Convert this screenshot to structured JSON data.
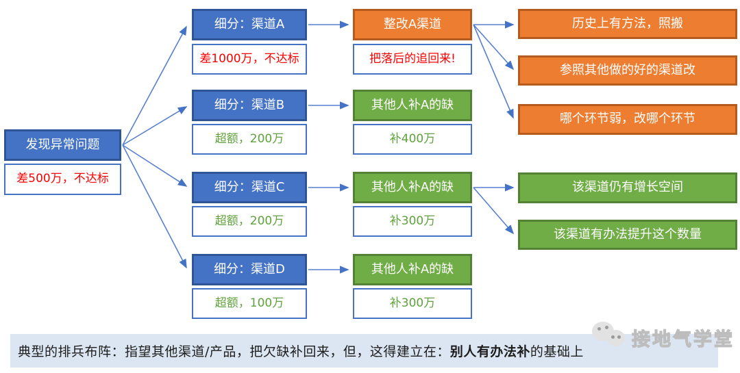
{
  "colors": {
    "blue_fill": "#4472C4",
    "blue_border": "#2F5597",
    "orange_fill": "#ED7D31",
    "orange_border": "#B55B20",
    "green_fill": "#70AD47",
    "green_border": "#548235",
    "note_border": "#4472C4",
    "red_text": "#FF0000",
    "green_text": "#5FA23B",
    "arrow": "#4472C4",
    "footer_bg": "#DCE6F2"
  },
  "root": {
    "label": "发现异常问题",
    "note": "差500万，不达标"
  },
  "rows": [
    {
      "segment": "细分：渠道A",
      "segment_note": "差1000万，不达标",
      "action": "整改A渠道",
      "action_note": "把落后的追回来!"
    },
    {
      "segment": "细分：渠道B",
      "segment_note": "超额，200万",
      "action": "其他人补A的缺",
      "action_note": "补400万"
    },
    {
      "segment": "细分：渠道C",
      "segment_note": "超额，200万",
      "action": "其他人补A的缺",
      "action_note": "补300万"
    },
    {
      "segment": "细分：渠道D",
      "segment_note": "超额，100万",
      "action": "其他人补A的缺",
      "action_note": "补300万"
    }
  ],
  "fix_methods": [
    "历史上有方法，照搬",
    "参照其他做的好的渠道改",
    "哪个环节弱，改哪个环节"
  ],
  "grow_conditions": [
    "该渠道仍有增长空间",
    "该渠道有办法提升这个数量"
  ],
  "footer": {
    "prefix": "典型的排兵布阵：指望其他渠道/产品，把欠缺补回来，但，这得建立在：",
    "bold": "别人有办法补",
    "suffix": "的基础上"
  },
  "watermark": {
    "text": "接地气学堂"
  }
}
